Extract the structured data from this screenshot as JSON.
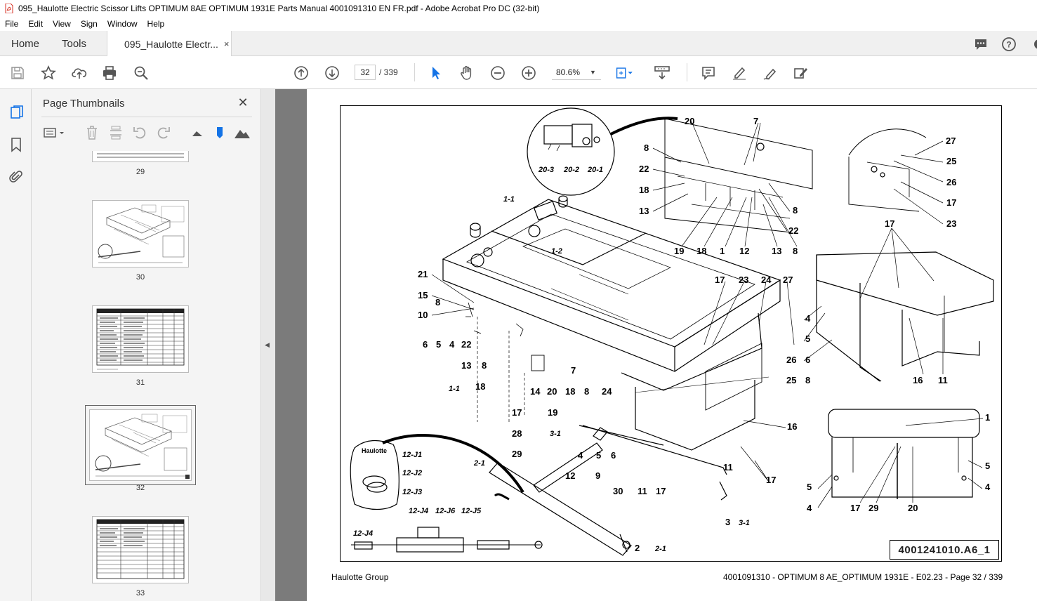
{
  "window": {
    "title": "095_Haulotte Electric Scissor Lifts OPTIMUM 8AE OPTIMUM 1931E Parts Manual 4001091310 EN FR.pdf - Adobe Acrobat Pro DC (32-bit)"
  },
  "menu": [
    "File",
    "Edit",
    "View",
    "Sign",
    "Window",
    "Help"
  ],
  "tabs": {
    "home": "Home",
    "tools": "Tools",
    "document": "095_Haulotte Electr...",
    "close": "×"
  },
  "toolbar": {
    "current_page": "32",
    "total_pages": "/ 339",
    "zoom": "80.6%"
  },
  "thumbnails": {
    "title": "Page Thumbnails",
    "close": "✕",
    "pages": [
      {
        "label": "29",
        "kind": "table"
      },
      {
        "label": "30",
        "kind": "drawing"
      },
      {
        "label": "31",
        "kind": "table"
      },
      {
        "label": "32",
        "kind": "drawing",
        "selected": true
      },
      {
        "label": "33",
        "kind": "table"
      }
    ]
  },
  "document": {
    "footer_left": "Haulotte Group",
    "footer_right": "4001091310 - OPTIMUM 8 AE_OPTIMUM 1931E - E02.23 - Page 32 / 339",
    "ref_code": "4001241010.A6_1",
    "bag_label": "Haulotte",
    "callouts": {
      "c20": "20",
      "c7": "7",
      "c8a": "8",
      "c22a": "22",
      "c18a": "18",
      "c13a": "13",
      "c8b": "8",
      "c22b": "22",
      "c19a": "19",
      "c18b": "18",
      "c1a": "1",
      "c12a": "12",
      "c13b": "13",
      "c8c": "8",
      "c27a": "27",
      "c25a": "25",
      "c26a": "26",
      "c17a": "17",
      "c23a": "23",
      "c17b": "17",
      "c203": "20-3",
      "c202": "20-2",
      "c201": "20-1",
      "c11a": "1-1",
      "c12b": "1-2",
      "c21": "21",
      "c15": "15",
      "c8d": "8",
      "c10": "10",
      "c6a": "6",
      "c5a": "5",
      "c4a": "4",
      "c22c": "22",
      "c13c": "13",
      "c8e": "8",
      "c11b": "1-1",
      "c18c": "18",
      "c7b": "7",
      "c14": "14",
      "c20b": "20",
      "c18d": "18",
      "c8f": "8",
      "c24a": "24",
      "c17c": "17",
      "c23b": "23",
      "c24b": "24",
      "c27b": "27",
      "c26b": "26",
      "c25b": "25",
      "c16a": "16",
      "c4b": "4",
      "c5b": "5",
      "c6b": "6",
      "c8g": "8",
      "c16b": "16",
      "c11c": "11",
      "c17d": "17",
      "c19b": "19",
      "c28": "28",
      "c31a": "3-1",
      "c29a": "29",
      "c21b": "2-1",
      "c4c": "4",
      "c5c": "5",
      "c6c": "6",
      "c12c": "12",
      "c9": "9",
      "c30": "30",
      "c11d": "11",
      "c17e": "17",
      "c11e": "11",
      "c17f": "17",
      "c3": "3",
      "c31b": "3-1",
      "c2": "2",
      "c21c": "2-1",
      "cj1": "12-J1",
      "cj2": "12-J2",
      "cj3": "12-J3",
      "cj4a": "12-J4",
      "cj6": "12-J6",
      "cj5": "12-J5",
      "cj4b": "12-J4",
      "c1b": "1",
      "c5d": "5",
      "c4d": "4",
      "c5e": "5",
      "c4e": "4",
      "c17g": "17",
      "c29b": "29",
      "c20c": "20"
    }
  },
  "colors": {
    "accent": "#1473e6",
    "doc_background": "#7b7b7b",
    "pdf_icon": "#d62e20"
  }
}
